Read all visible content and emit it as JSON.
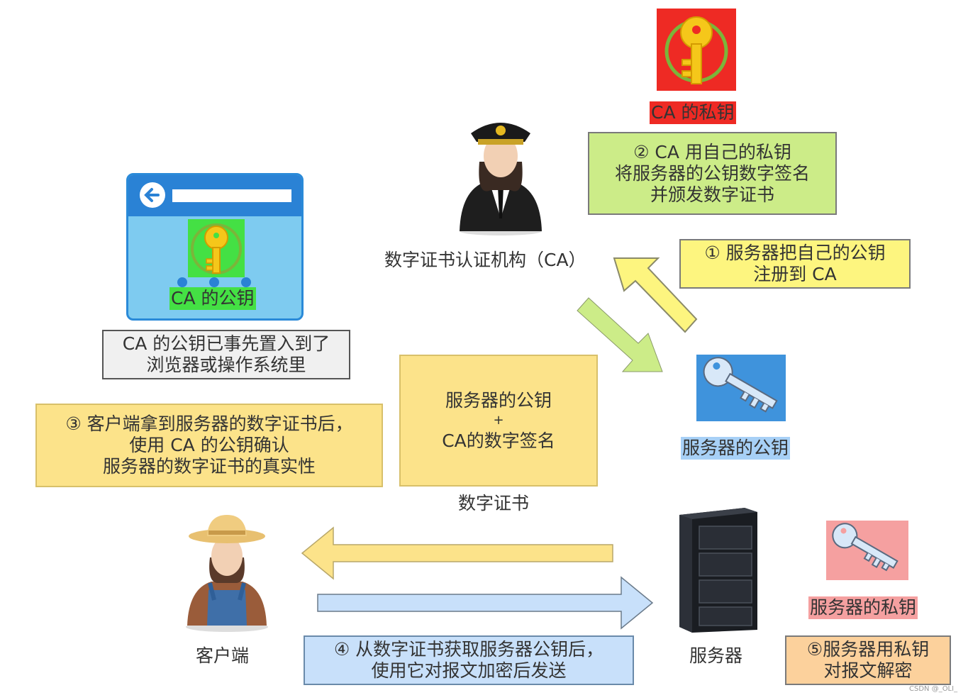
{
  "ca_private_key": {
    "label": "CA 的私钥"
  },
  "step2": {
    "lines": [
      "② CA 用自己的私钥",
      "将服务器的公钥数字签名",
      "并颁发数字证书"
    ]
  },
  "ca_authority": {
    "label": "数字证书认证机构（CA）"
  },
  "step1": {
    "lines": [
      "① 服务器把自己的公钥",
      "注册到 CA"
    ]
  },
  "browser": {
    "label": "CA 的公钥"
  },
  "preinstalled": {
    "lines": [
      "CA 的公钥已事先置入到了",
      "浏览器或操作系统里"
    ]
  },
  "certificate": {
    "lines": [
      "服务器的公钥",
      "+",
      "CA的数字签名"
    ],
    "caption": "数字证书"
  },
  "server_public_key": {
    "label": "服务器的公钥"
  },
  "step3": {
    "lines": [
      "③ 客户端拿到服务器的数字证书后，",
      "使用 CA 的公钥确认",
      "服务器的数字证书的真实性"
    ]
  },
  "client": {
    "label": "客户端"
  },
  "server": {
    "label": "服务器"
  },
  "server_private_key": {
    "label": "服务器的私钥"
  },
  "step4": {
    "lines": [
      "④ 从数字证书获取服务器公钥后，",
      "使用它对报文加密后发送"
    ]
  },
  "step5": {
    "lines": [
      "⑤服务器用私钥",
      "对报文解密"
    ]
  },
  "watermark": "CSDN @_OLI_",
  "colors": {
    "red": "#ee2a24",
    "green_box": "#ccec88",
    "yellow_box": "#fdf57f",
    "gold_box": "#fce38a",
    "blue_box": "#c8e0fa",
    "orange_box": "#fcd19c",
    "gray_box": "#f0f0f0",
    "browser_blue": "#3f93dc",
    "key_gold": "#f5c71a"
  }
}
